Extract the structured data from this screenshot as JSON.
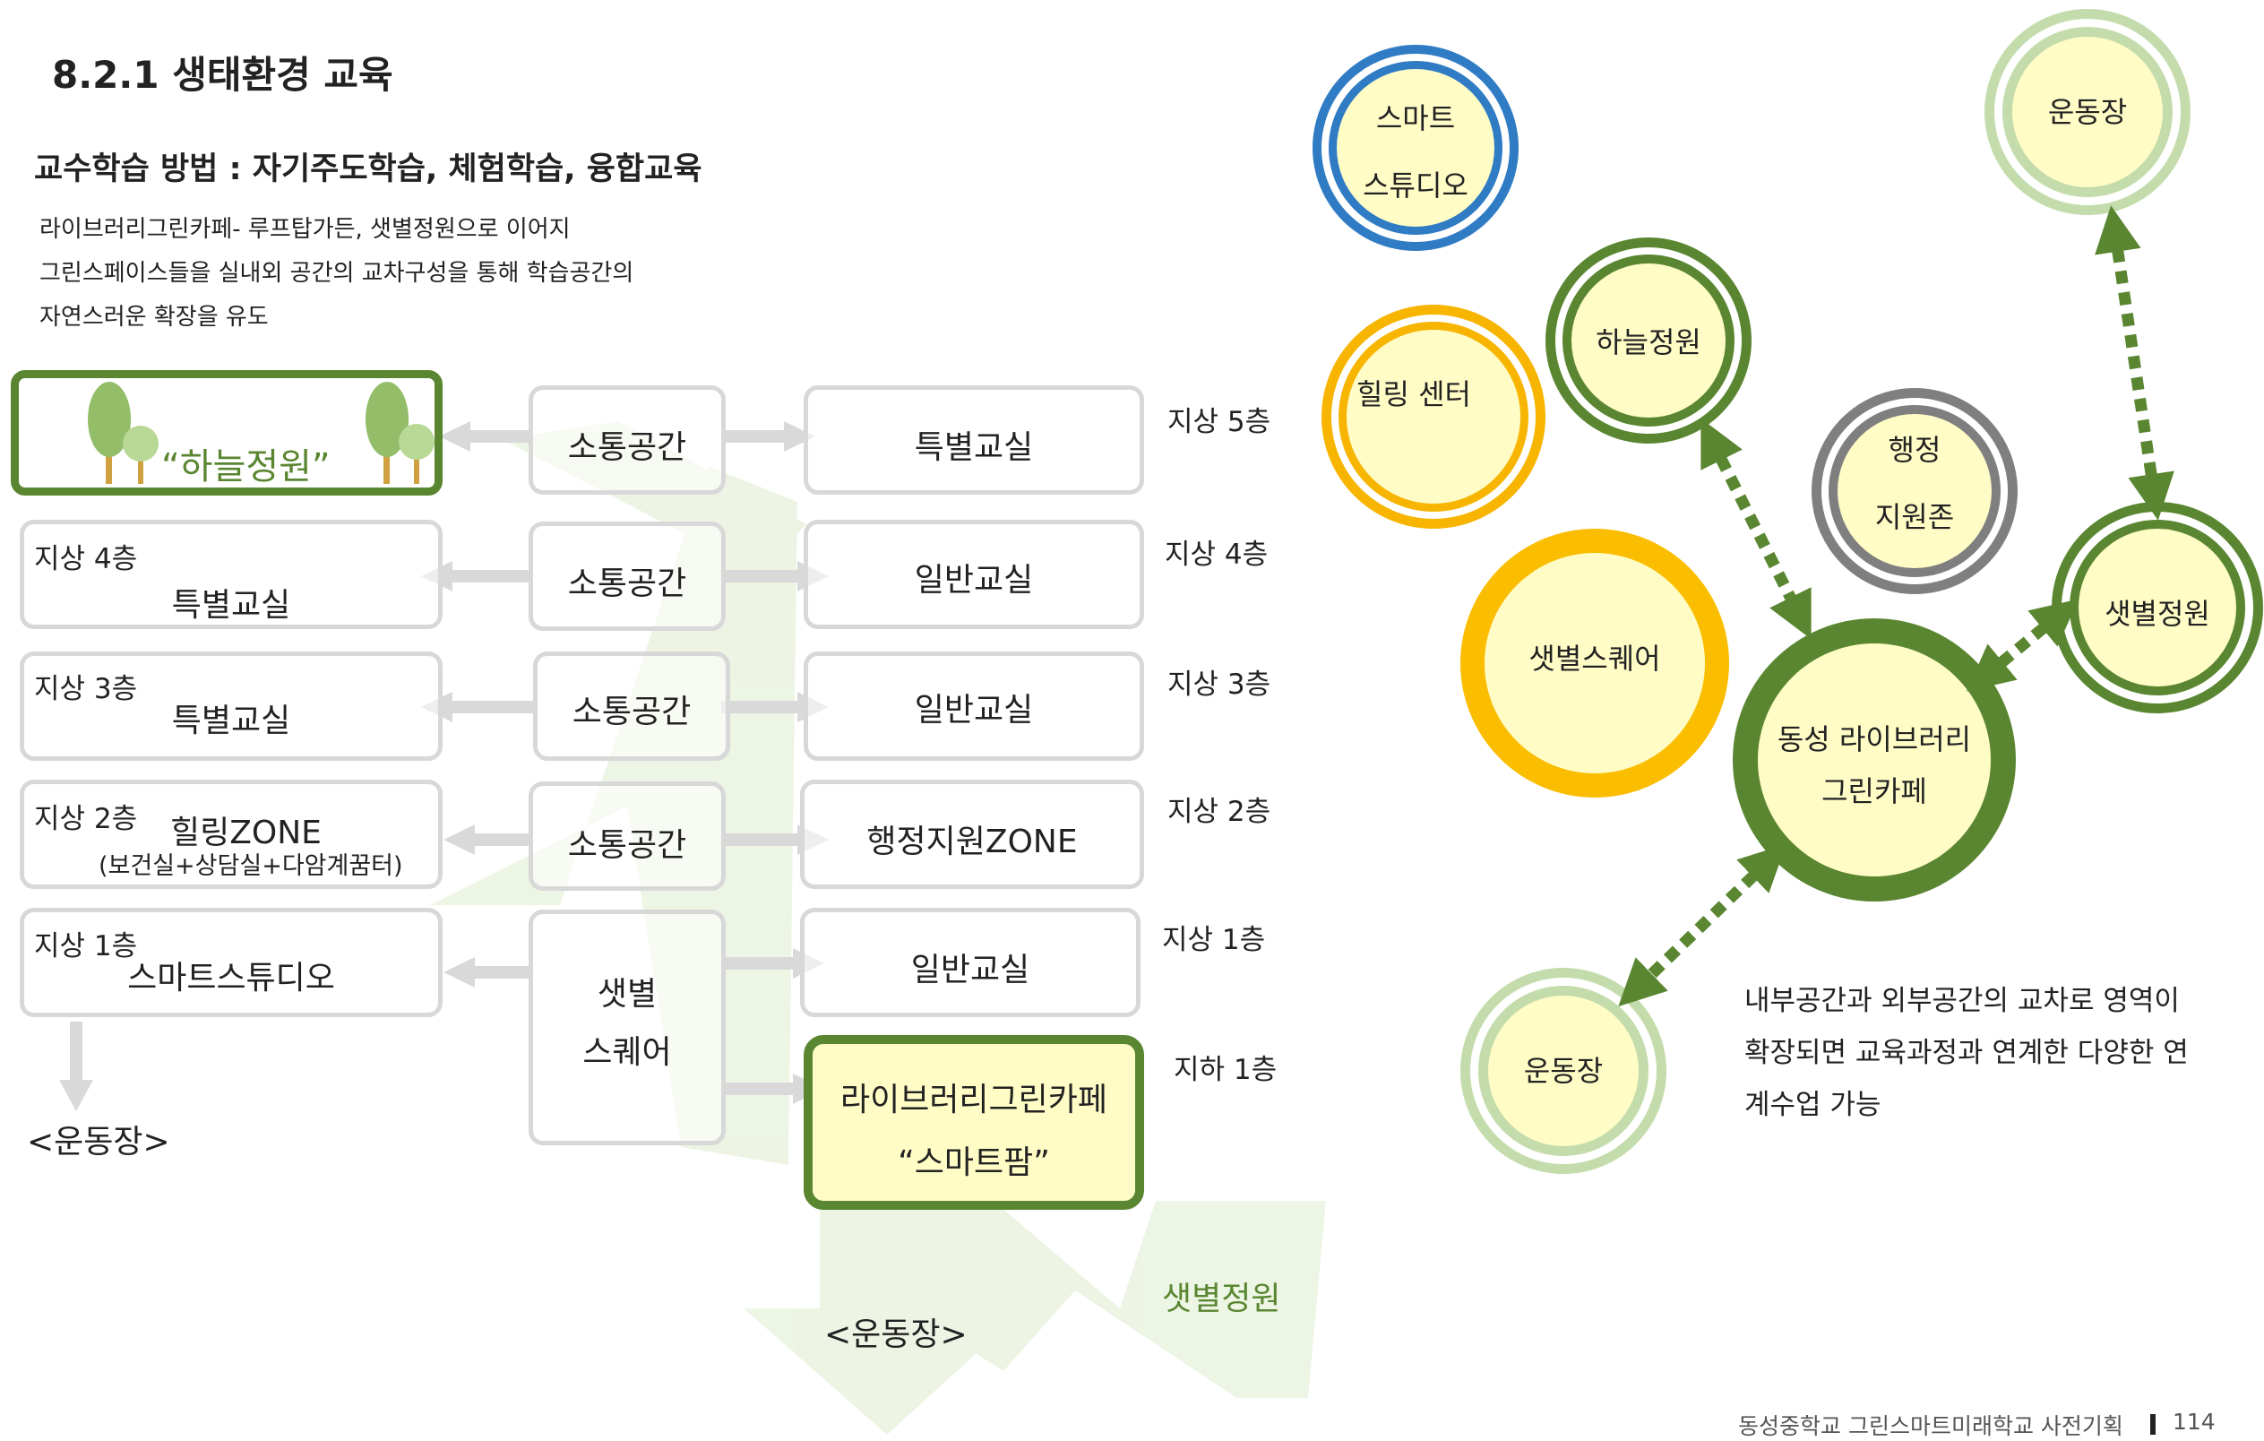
{
  "heading": "8.2.1 생태환경 교육",
  "subheading": "교수학습 방법 : 자기주도학습, 체험학습, 융합교육",
  "description": [
    "라이브러리그린카페- 루프탑가든, 샛별정원으로 이어지",
    "그린스페이스들을 실내외 공간의 교차구성을 통해 학습공간의",
    "자연스러운 확장을 유도"
  ],
  "section_diagram": {
    "rows": [
      {
        "floor_right": "지상 5층",
        "left_box": "“하늘정원”",
        "middle_box": "소통공간",
        "right_box": "특별교실"
      },
      {
        "floor_right": "지상 4층",
        "floor_left": "지상 4층",
        "left_box": "특별교실",
        "middle_box": "소통공간",
        "right_box": "일반교실"
      },
      {
        "floor_right": "지상 3층",
        "floor_left": "지상 3층",
        "left_box": "특별교실",
        "middle_box": "소통공간",
        "right_box": "일반교실"
      },
      {
        "floor_right": "지상 2층",
        "floor_left": "지상 2층",
        "left_box": "힐링ZONE",
        "left_box_sub": "(보건실+상담실+다암계꿈터)",
        "middle_box": "소통공간",
        "right_box": "행정지원ZONE"
      },
      {
        "floor_right": "지상 1층",
        "floor_left": "지상 1층",
        "left_box": "스마트스튜디오",
        "middle_box_lines": [
          "샛별",
          "스퀘어"
        ],
        "right_box": "일반교실"
      },
      {
        "floor_right": "지하 1층",
        "right_box_lines": [
          "라이브러리그린카페",
          "“스마트팜”"
        ]
      }
    ],
    "exit_left": "<운동장>",
    "exit_bottom": "<운동장>",
    "exit_green": "샛별정원"
  },
  "network": {
    "nodes": {
      "smart_studio": [
        "스마트",
        "스튜디오"
      ],
      "playground_top": "운동장",
      "healing_center": "힐링 센터",
      "sky_garden": "하늘정원",
      "admin_zone": [
        "행정",
        "지원존"
      ],
      "star_square": "샛별스퀘어",
      "star_garden": "샛별정원",
      "library_cafe": [
        "동성 라이브러리",
        "그린카페"
      ],
      "playground_bottom": "운동장"
    },
    "caption": [
      "내부공간과 외부공간의 교차로 영역이",
      "확장되면 교육과정과 연계한 다양한 연",
      "계수업 가능"
    ]
  },
  "footer": "동성중학교 그린스마트미래학교 사전기획",
  "page_number": "114",
  "colors": {
    "dark_green": "#5a8631",
    "light_green": "#c4dcab",
    "pale_yellow": "#fffcc6",
    "blue": "#2f7cc4",
    "orange": "#f7b500",
    "gray": "#7f7f7f",
    "arrow_gray": "#d9d9d9"
  }
}
